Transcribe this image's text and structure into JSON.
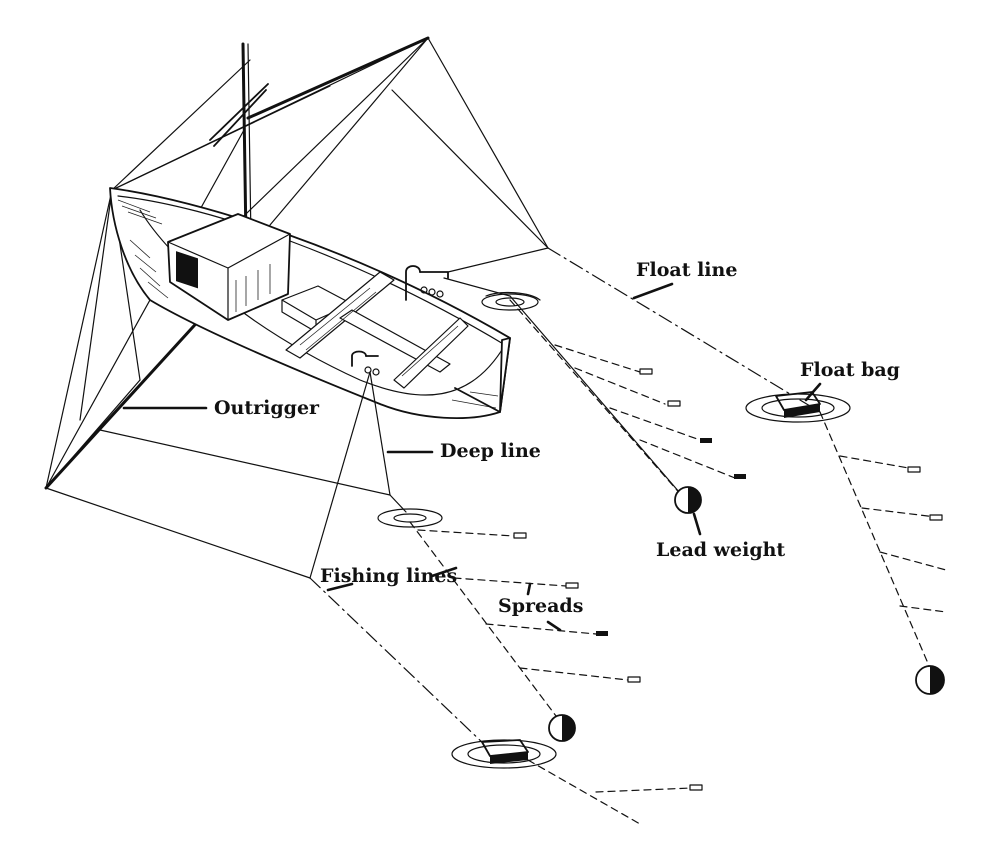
{
  "labels": {
    "float_line": "Float line",
    "float_bag": "Float bag",
    "outrigger": "Outrigger",
    "deep_line": "Deep line",
    "lead_weight": "Lead weight",
    "fishing_lines": "Fishing lines",
    "spreads": "Spreads"
  },
  "colors": {
    "ink": "#111111",
    "paper": "#ffffff"
  }
}
